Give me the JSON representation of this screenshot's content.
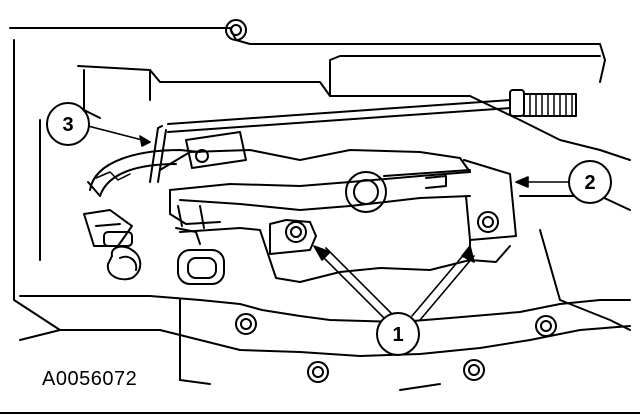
{
  "figure": {
    "id_label": "A0056072"
  },
  "callouts": {
    "c1": "1",
    "c2": "2",
    "c3": "3"
  },
  "colors": {
    "line": "#000000",
    "background": "#ffffff"
  }
}
